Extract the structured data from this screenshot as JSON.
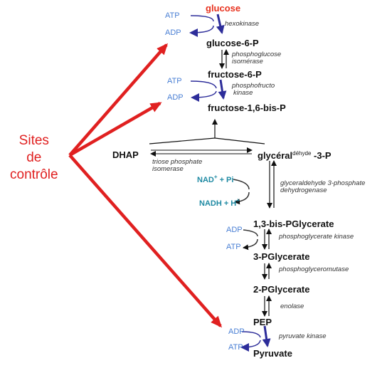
{
  "colors": {
    "control_red": "#e02020",
    "cofactor_blue": "#4a7fd4",
    "redox_teal": "#1f8aa3",
    "arrow_blue": "#2d2d9a",
    "glucose_red": "#e8321e"
  },
  "control": {
    "line1": "Sites",
    "line2": "de",
    "line3": "contrôle"
  },
  "metabolites": {
    "glucose": "glucose",
    "g6p": "glucose-6-P",
    "f6p": "fructose-6-P",
    "f16bp": "fructose-1,6-bis-P",
    "dhap": "DHAP",
    "g3p_main": "glycéral",
    "g3p_sup": "déhyde",
    "g3p_end": " -3-P",
    "bpg13": "1,3-bis-PGlycerate",
    "pg3": "3-PGlycerate",
    "pg2": "2-PGlycerate",
    "pep": "PEP",
    "pyruvate": "Pyruvate"
  },
  "enzymes": {
    "hexokinase": "hexokinase",
    "pgi_1": "phosphoglucose",
    "pgi_2": "isomérase",
    "pfk_1": "phosphofructo",
    "pfk_2": "kinase",
    "tpi_1": "triose phosphate",
    "tpi_2": "isomerase",
    "gapdh_1": "glyceraldehyde 3-phosphate",
    "gapdh_2": "dehydrogenase",
    "pgk": "phosphoglycerate kinase",
    "pgm": "phosphoglyceromutase",
    "enolase": "enolase",
    "pk": "pyruvate kinase"
  },
  "cofactors": {
    "atp1": "ATP",
    "adp1": "ADP",
    "atp2": "ATP",
    "adp2": "ADP",
    "nad_main": "NAD",
    "nad_sup": "+",
    "nad_end": " + Pi",
    "nadh_main": "NADH + H",
    "nadh_sup": "+",
    "adp3": "ADP",
    "atp3": "ATP",
    "adp4": "ADP",
    "atp4": "ATP"
  }
}
